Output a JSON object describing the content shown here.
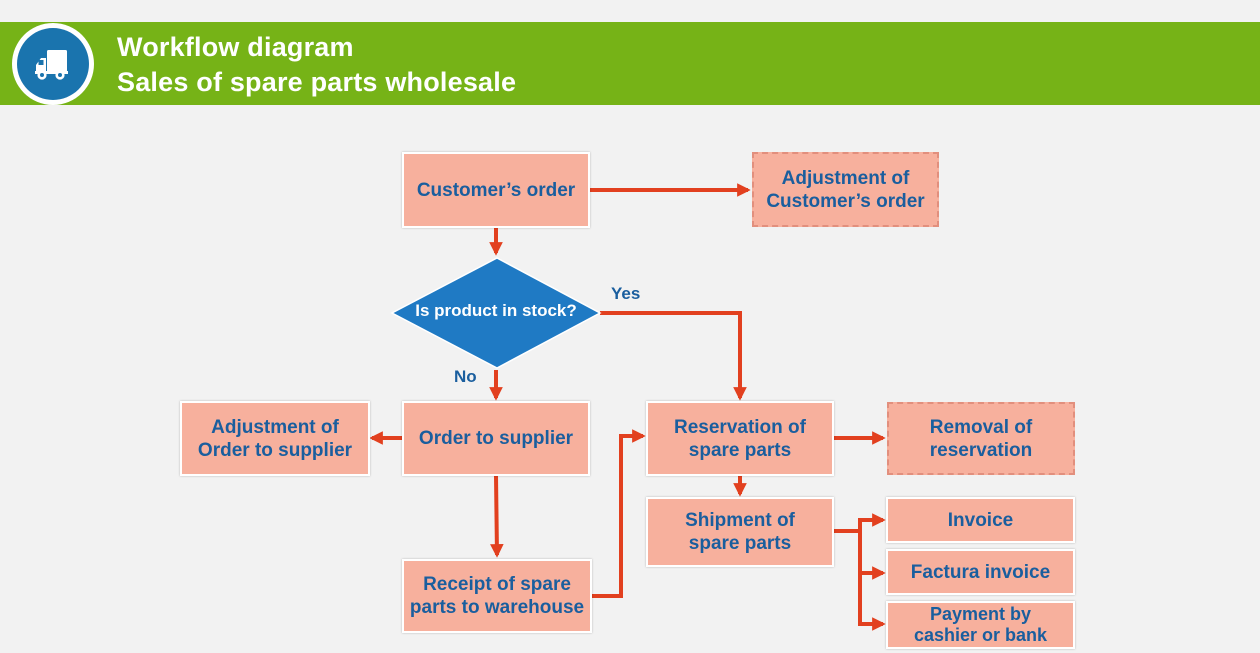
{
  "header": {
    "title_line1": "Workflow diagram",
    "title_line2": "Sales of spare parts wholesale",
    "logo_icon": "truck-icon",
    "bar_color": "#76b317",
    "logo_color": "#1a74ae"
  },
  "nodes": {
    "customers_order": "Customer’s order",
    "adjustment_customers_order": "Adjustment of\nCustomer’s order",
    "is_in_stock": "Is product in stock?",
    "order_to_supplier": "Order to supplier",
    "adjustment_order_to_supplier": "Adjustment of\nOrder to supplier",
    "receipt_to_warehouse": "Receipt of spare\nparts to warehouse",
    "reservation": "Reservation of\nspare parts",
    "removal_of_reservation": "Removal of\nreservation",
    "shipment": "Shipment of\nspare parts",
    "invoice": "Invoice",
    "factura_invoice": "Factura invoice",
    "payment": "Payment by\ncashier or bank"
  },
  "labels": {
    "yes": "Yes",
    "no": "No"
  },
  "colors": {
    "node_fill": "#f7b09d",
    "node_text": "#1a5e9e",
    "arrow": "#e2401f",
    "diamond": "#1f7ac4"
  }
}
